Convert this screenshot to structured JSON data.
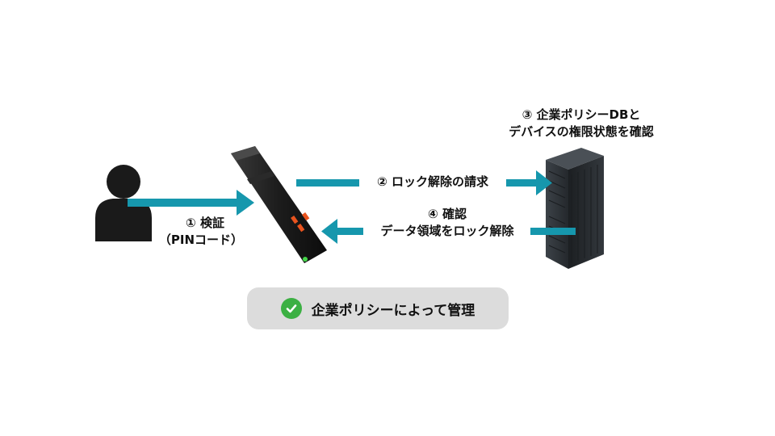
{
  "colors": {
    "arrow": "#1697ad",
    "badge_background": "#dcdcdc",
    "check": "#3cb043",
    "device_accent": "#e9541f",
    "device_led": "#45d64a",
    "silhouette": "#1a1a1a"
  },
  "icons": {
    "user": "user-silhouette-icon",
    "usb_key": "usb-security-key-icon",
    "server": "server-tower-icon",
    "check": "check-circle-icon"
  },
  "steps": {
    "step1": {
      "line1": "① 検証",
      "line2": "（PINコード）"
    },
    "step2": {
      "line1": "② ロック解除の請求"
    },
    "step3": {
      "line1": "③ 企業ポリシーDBと",
      "line2": "デバイスの権限状態を確認"
    },
    "step4": {
      "line1": "④ 確認",
      "line2": "データ領域をロック解除"
    }
  },
  "badge": {
    "text": "企業ポリシーによって管理"
  }
}
